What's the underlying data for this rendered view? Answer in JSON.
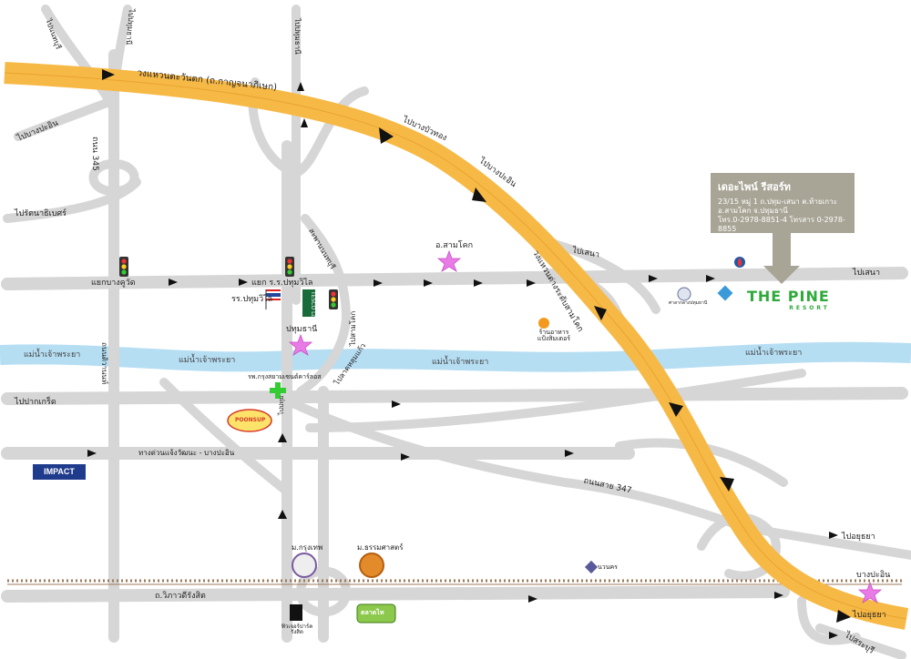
{
  "roads": {
    "outer_ring_west": "วงแหวนตะวันตก (ถ.กาญจนาภิเษก)",
    "outer_ring_east": "วงแหวนต่างระดับสามโคก",
    "to_bang_bua_thong": "ไปบางบัวทอง",
    "to_bang_pa_in_top": "ไปบางปะอิน",
    "to_bang_pa_in_left": "ไปบางปะอิน",
    "to_pak_kret": "ไปปากเกร็ด",
    "to_rattanathibet": "ไปรัตนาธิเบศร์",
    "to_sena": "ไปเสนา",
    "to_sena_east": "ไปเสนา",
    "to_ayutthaya_1": "ไปอยุธยา",
    "to_ayutthaya_2": "ไปอยุธยา",
    "to_saraburi": "ไปสระบุรี",
    "road_345": "ถนน 345",
    "road_347": "ถนนสาย 347",
    "chao_phraya_1": "แม่น้ำเจ้าพระยา",
    "chao_phraya_2": "แม่น้ำเจ้าพระยา",
    "chao_phraya_3": "แม่น้ำเจ้าพระยา",
    "chao_phraya_4": "แม่น้ำเจ้าพระยา",
    "intersection_bang_khu_wat": "แยกบางคูวัด",
    "intersection_school": "แยก ร.ร.ปทุมวิไล",
    "bypass": "ทางด่วนแจ้งวัฒนะ - บางปะอิน",
    "vibhavadi": "ถ.วิภาวดีรังสิต",
    "top_road_1": "ไปนนทบุรี",
    "top_road_2": "ไปปทุมธานี",
    "top_road_3": "ไปปทุมธานี",
    "side_road_1": "ถนนติวานนท์",
    "side_road_2": "สะพานนนทบุรี",
    "side_road_3": "ไปสามโคก",
    "side_road_4": "ไปลาดหลุมแก้ว",
    "side_road_5": "ไปปทุม"
  },
  "places": {
    "sam_khok": "อ.สามโคก",
    "pathum_thani": "ปทุมธานี",
    "school": "รร.ปทุมวิไล",
    "hospital": "รพ.กรุงสยามเซนต์คาร์ลอส",
    "restaurant": "ร้านอาหาร แป้งสิมเตอร์",
    "bu": "ม.กรุงเทพ",
    "tu": "ม.ธรรมศาสตร์",
    "navanakorn": "นวนคร",
    "bang_pa_in": "บางปะอิน",
    "impact": "IMPACT",
    "future_park": "ฟิวเจอร์ปาร์ครังสิต",
    "talad_thai": "ตลาดไท",
    "tesco": "TESCO Lotus",
    "province_hall": "ศาลากลางปทุมธานี",
    "poonsup": "POONSUP"
  },
  "resort": {
    "name": "เดอะไพน์ รีสอร์ท",
    "address1": "23/15 หมู่ 1 ถ.ปทุม-เสนา ต.ท้ายเกาะ",
    "address2": "อ.สามโคก จ.ปทุมธานี",
    "phone": "โทร.0-2978-8851-4 โทรสาร 0-2978-8855",
    "logo_main": "THE PINE",
    "logo_sub": "RESORT"
  },
  "colors": {
    "expressway": "#f7b946",
    "road": "#d6d6d6",
    "river": "#b6def3",
    "callout": "#a8a596",
    "resort_logo": "#2eaa3a",
    "star": "#e97be6"
  }
}
